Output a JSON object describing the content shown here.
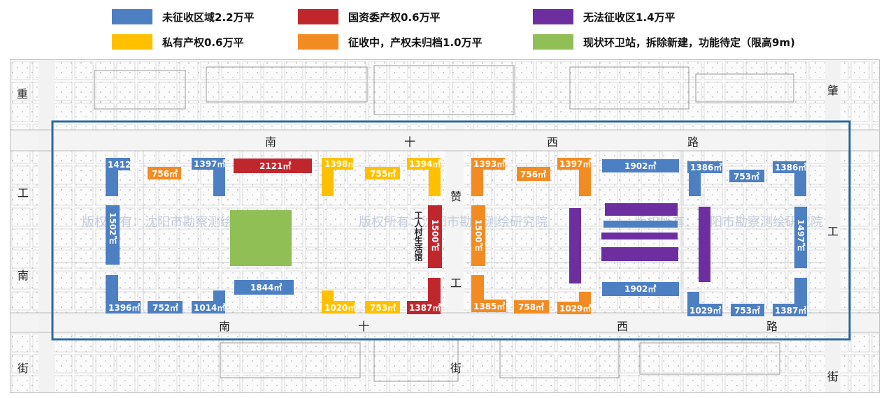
{
  "colors": {
    "blue": "#4d7fc3",
    "red": "#c0272d",
    "purple": "#6d2fa0",
    "yellow": "#ffc000",
    "orange": "#f28b22",
    "green": "#8fbf55",
    "boundary": "#2b6ba0"
  },
  "legend": [
    {
      "label": "未征收区域2.2万平",
      "color": "#4d7fc3"
    },
    {
      "label": "国资委产权0.6万平",
      "color": "#c0272d"
    },
    {
      "label": "无法征收区1.4万平",
      "color": "#6d2fa0"
    },
    {
      "label": "私有产权0.6万平",
      "color": "#ffc000"
    },
    {
      "label": "征收中，产权未归档1.0万平",
      "color": "#f28b22"
    },
    {
      "label": "现状环卫站，拆除新建，功能待定（限高9m)",
      "color": "#8fbf55"
    }
  ],
  "streets": [
    "重",
    "工",
    "南",
    "街",
    "肇",
    "工",
    "街",
    "南",
    "十",
    "西",
    "路",
    "南",
    "十",
    "西",
    "路",
    "赞",
    "工",
    "街"
  ],
  "watermarks": [
    "版权所有：沈阳市勘察测绘研究院",
    "版权所有：沈阳市勘察测绘研究院",
    "版权所有：沈阳市勘察测绘研究院"
  ],
  "parcels": [
    "1412㎡",
    "756㎡",
    "1397㎡",
    "2121㎡",
    "1398㎡",
    "755㎡",
    "1394㎡",
    "1393㎡",
    "756㎡",
    "1397㎡",
    "1902㎡",
    "1386㎡",
    "753㎡",
    "1386㎡",
    "1502㎡",
    "1500㎡",
    "工人村生活馆",
    "1500㎡",
    "1497㎡",
    "1844㎡",
    "1902㎡",
    "1396㎡",
    "752㎡",
    "1014㎡",
    "1020㎡",
    "753㎡",
    "1387㎡",
    "1385㎡",
    "758㎡",
    "1029㎡",
    "1029㎡",
    "753㎡",
    "1387㎡"
  ]
}
